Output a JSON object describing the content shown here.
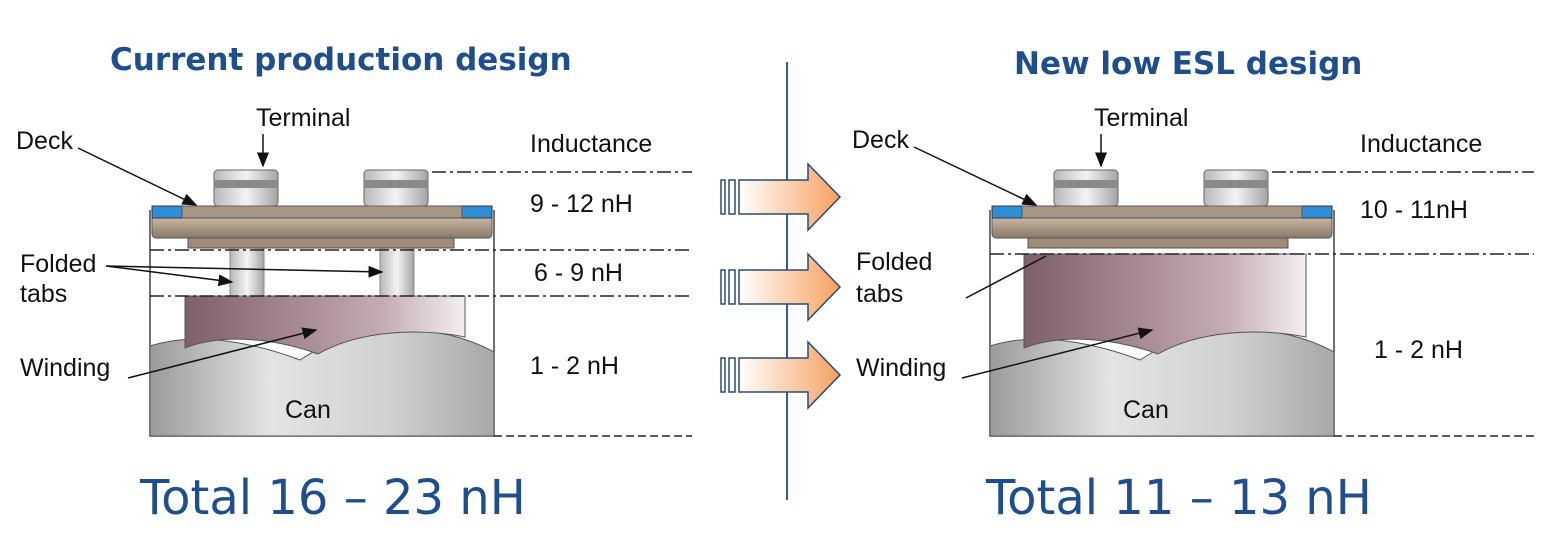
{
  "left": {
    "title": "Current production design",
    "labels": {
      "terminal": "Terminal",
      "deck": "Deck",
      "folded_line1": "Folded",
      "folded_line2": "tabs",
      "winding": "Winding",
      "can": "Can",
      "inductance": "Inductance"
    },
    "values": [
      "9 - 12 nH",
      "6 - 9 nH",
      "1 - 2 nH"
    ],
    "total": "Total 16 – 23 nH"
  },
  "right": {
    "title": "New low ESL design",
    "labels": {
      "terminal": "Terminal",
      "deck": "Deck",
      "folded_line1": "Folded",
      "folded_line2": "tabs",
      "winding": "Winding",
      "can": "Can",
      "inductance": "Inductance"
    },
    "values": [
      "10 - 11nH",
      "1 - 2 nH"
    ],
    "total": "Total 11 – 13 nH"
  },
  "colors": {
    "title": "#1f4e8c",
    "arrow_fill": "#f7a86a",
    "deck": "#a89684",
    "deck_blue": "#2f8fd6",
    "winding": "#8e6e7c",
    "can": "#cfcfcf",
    "divider": "#3a5a8a"
  }
}
